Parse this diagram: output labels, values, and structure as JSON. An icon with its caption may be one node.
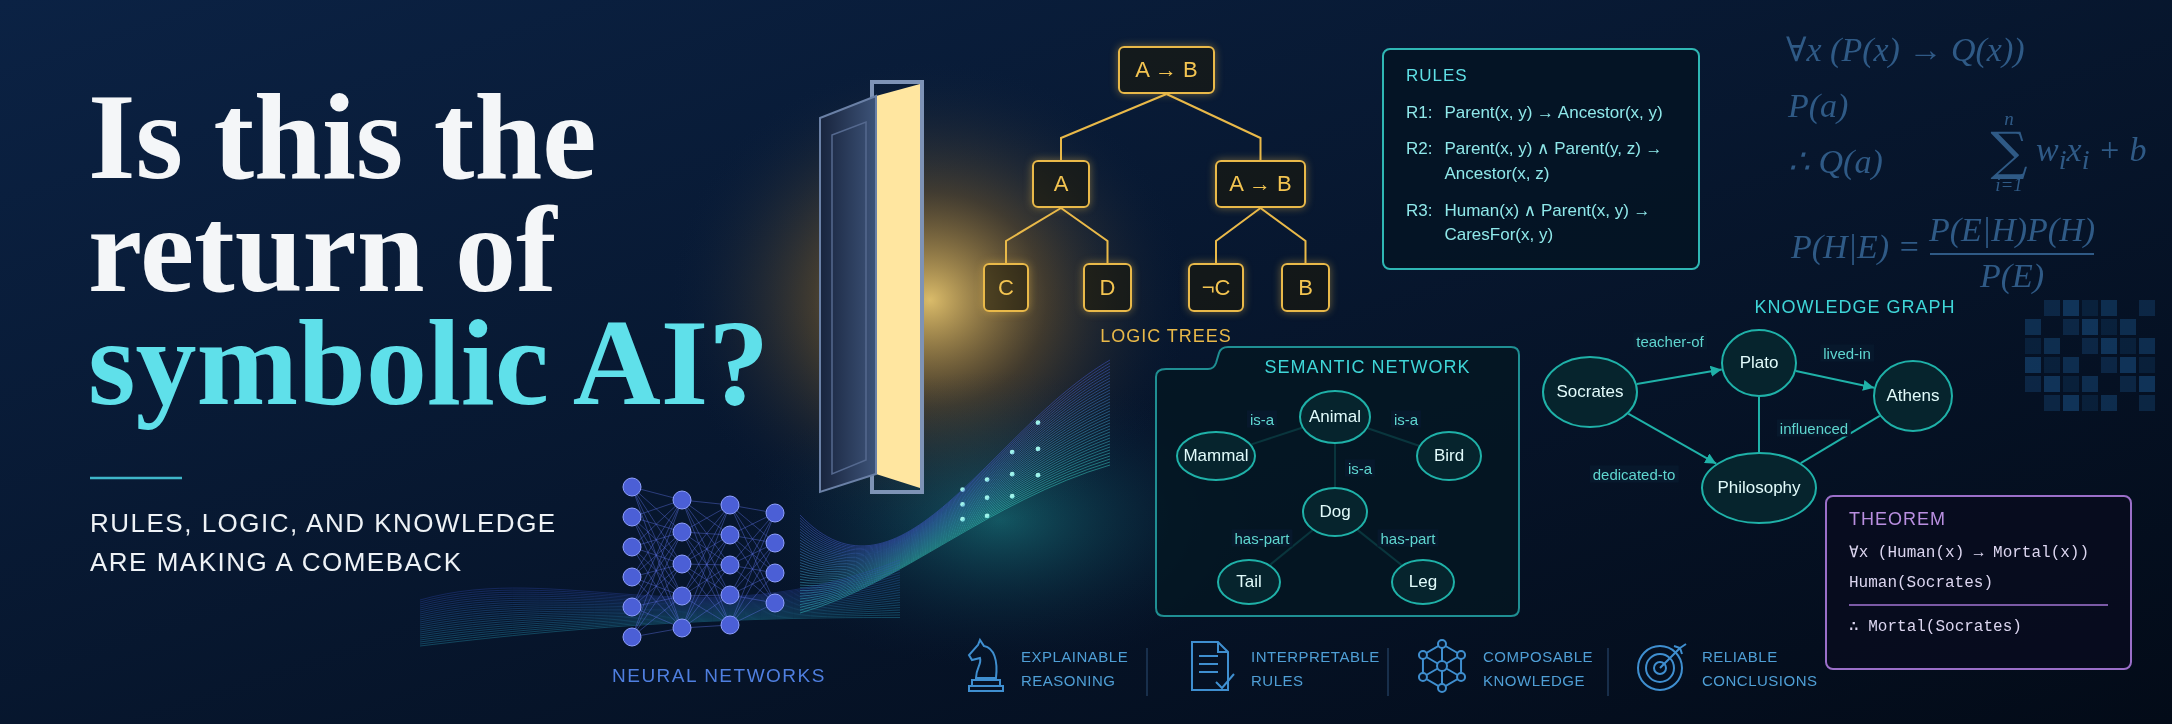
{
  "diagram": {
    "nodes": [
      {
        "text": [
          "A → B"
        ]
      },
      {
        "text": [
          "A"
        ]
      },
      {
        "text": [
          "A → B"
        ]
      },
      {
        "text": [
          "C"
        ]
      },
      {
        "text": [
          "D"
        ]
      },
      {
        "text": [
          "¬C"
        ]
      },
      {
        "text": [
          "B"
        ]
      },
      {
        "text": [
          "RULES",
          "R1:",
          "Parent(x, y) → Ancestor(x, y)",
          "R2:",
          "Parent(x, y) ∧ Parent(y, z) → Ancestor(x, z)",
          "R3:",
          "Human(x) ∧ Parent(x, y) → CaresFor(x, y)"
        ]
      },
      {
        "text": [
          "SEMANTIC NETWORK"
        ]
      },
      {
        "text": [
          "Animal"
        ],
        "in": 8
      },
      {
        "text": [
          "Mammal"
        ],
        "in": 8
      },
      {
        "text": [
          "Bird"
        ],
        "in": 8
      },
      {
        "text": [
          "Dog"
        ],
        "in": 8
      },
      {
        "text": [
          "Tail"
        ],
        "in": 8
      },
      {
        "text": [
          "Leg"
        ],
        "in": 8
      },
      {
        "text": [
          "Socrates"
        ]
      },
      {
        "text": [
          "Plato"
        ]
      },
      {
        "text": [
          "Athens"
        ]
      },
      {
        "text": [
          "Philosophy"
        ]
      },
      {
        "text": [
          "THEOREM",
          "∀x (Human(x) → Mortal(x))",
          "Human(Socrates)",
          "∴ Mortal(Socrates)"
        ]
      }
    ],
    "edges": [
      {
        "from": 0,
        "to": 1,
        "arrow": "none",
        "color": "#e9b949"
      },
      {
        "from": 0,
        "to": 2,
        "arrow": "none",
        "color": "#e9b949"
      },
      {
        "from": 1,
        "to": 3,
        "arrow": "none",
        "color": "#e9b949"
      },
      {
        "from": 1,
        "to": 4,
        "arrow": "none",
        "color": "#e9b949"
      },
      {
        "from": 2,
        "to": 5,
        "arrow": "none",
        "color": "#e9b949"
      },
      {
        "from": 2,
        "to": 6,
        "arrow": "none",
        "color": "#e9b949"
      },
      {
        "from": 9,
        "to": 10,
        "arrow": "none",
        "label": "is-a"
      },
      {
        "from": 9,
        "to": 11,
        "arrow": "none",
        "label": "is-a"
      },
      {
        "from": 9,
        "to": 12,
        "arrow": "none",
        "label": "is-a"
      },
      {
        "from": 12,
        "to": 13,
        "arrow": "none",
        "label": "has-part"
      },
      {
        "from": 12,
        "to": 14,
        "arrow": "none",
        "label": "has-part"
      },
      {
        "from": 15,
        "to": 16,
        "arrow": "to",
        "label": "teacher-of"
      },
      {
        "from": 16,
        "to": 17,
        "arrow": "to",
        "label": "lived-in"
      },
      {
        "from": 16,
        "to": 18,
        "arrow": "none",
        "label": "influenced"
      },
      {
        "from": 15,
        "to": 18,
        "arrow": "to",
        "label": "dedicated-to"
      },
      {
        "from": 17,
        "to": 18,
        "arrow": "none"
      }
    ],
    "labels": [
      "Is this the return of",
      "symbolic AI?",
      "RULES, LOGIC, AND KNOWLEDGE ARE MAKING A COMEBACK",
      "NEURAL NETWORKS",
      "LOGIC TREES",
      "∀x (P(x) → Q(x))",
      "P(a)",
      "∴ Q(a)",
      "n",
      "∑",
      "i=1",
      "w$_{i}$x$_{i}$ + b",
      "P(H|E) =",
      "P(E|H)P(H)",
      "P(E)",
      "KNOWLEDGE GRAPH",
      "EXPLAINABLE REASONING",
      "INTERPRETABLE RULES",
      "COMPOSABLE KNOWLEDGE",
      "RELIABLE CONCLUSIONS"
    ]
  }
}
